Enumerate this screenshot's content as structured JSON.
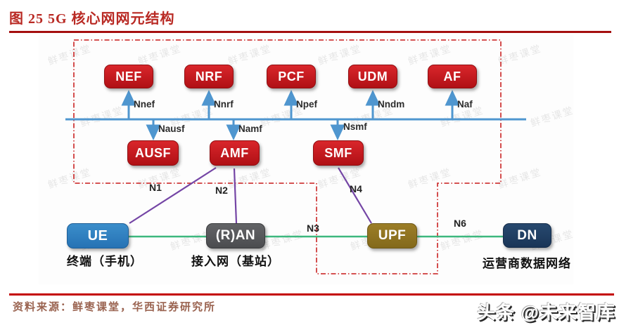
{
  "page": {
    "title": "图 25 5G 核心网网元结构"
  },
  "diagram": {
    "watermark_text": "鲜枣课堂",
    "nodes": {
      "nef": {
        "label": "NEF",
        "ref": "Nnef"
      },
      "nrf": {
        "label": "NRF",
        "ref": "Nnrf"
      },
      "pcf": {
        "label": "PCF",
        "ref": "Npef"
      },
      "udm": {
        "label": "UDM",
        "ref": "Nndm"
      },
      "af": {
        "label": "AF",
        "ref": "Naf"
      },
      "ausf": {
        "label": "AUSF",
        "ref": "Nausf"
      },
      "amf": {
        "label": "AMF",
        "ref": "Namf"
      },
      "smf": {
        "label": "SMF",
        "ref": "Nsmf"
      },
      "ue": {
        "label": "UE",
        "caption": "终端（手机）"
      },
      "ran": {
        "label": "(R)AN",
        "caption": "接入网（基站）"
      },
      "upf": {
        "label": "UPF"
      },
      "dn": {
        "label": "DN",
        "caption": "运营商数据网络"
      }
    },
    "links": {
      "n1": "N1",
      "n2": "N2",
      "n3": "N3",
      "n4": "N4",
      "n6": "N6"
    },
    "colors": {
      "node_red": "#c4151c",
      "ue_blue": "#2e80c2",
      "ran_gray": "#57585c",
      "upf_gold": "#8f7322",
      "dn_navy": "#1f3c64",
      "bus_blue": "#4f96cf",
      "line_green": "#3db87e",
      "line_purple": "#7445a5",
      "border_red": "#cf3a3a",
      "title_red": "#b92a24",
      "rule_red": "#c40000"
    }
  },
  "footer": {
    "source": "资料来源：鲜枣课堂，华西证券研究所",
    "brand_watermark": "头条 @未来智库"
  }
}
